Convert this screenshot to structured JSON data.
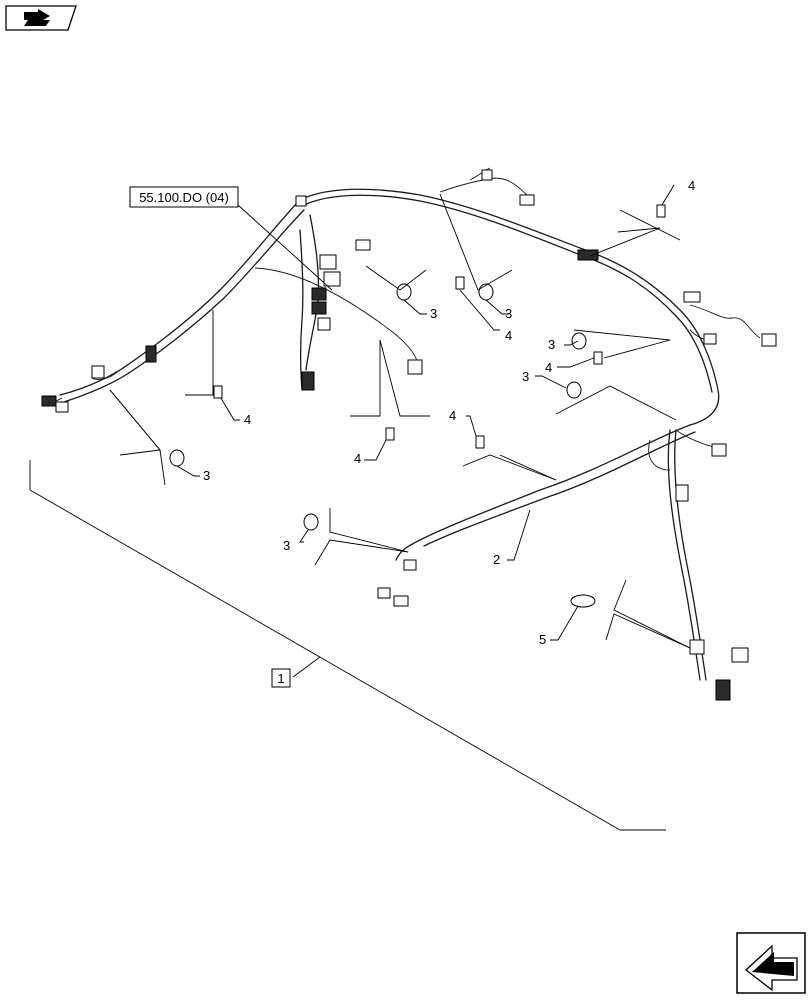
{
  "reference_box": {
    "label": "55.100.DO (04)"
  },
  "assembly_callout": {
    "label": "1"
  },
  "callouts": {
    "harness_2": "2",
    "grommet_3": "3",
    "clip_4": "4",
    "tie_5": "5"
  },
  "icons": {
    "top_left": "book-nav-icon",
    "bottom_right": "next-page-arrow-icon"
  }
}
